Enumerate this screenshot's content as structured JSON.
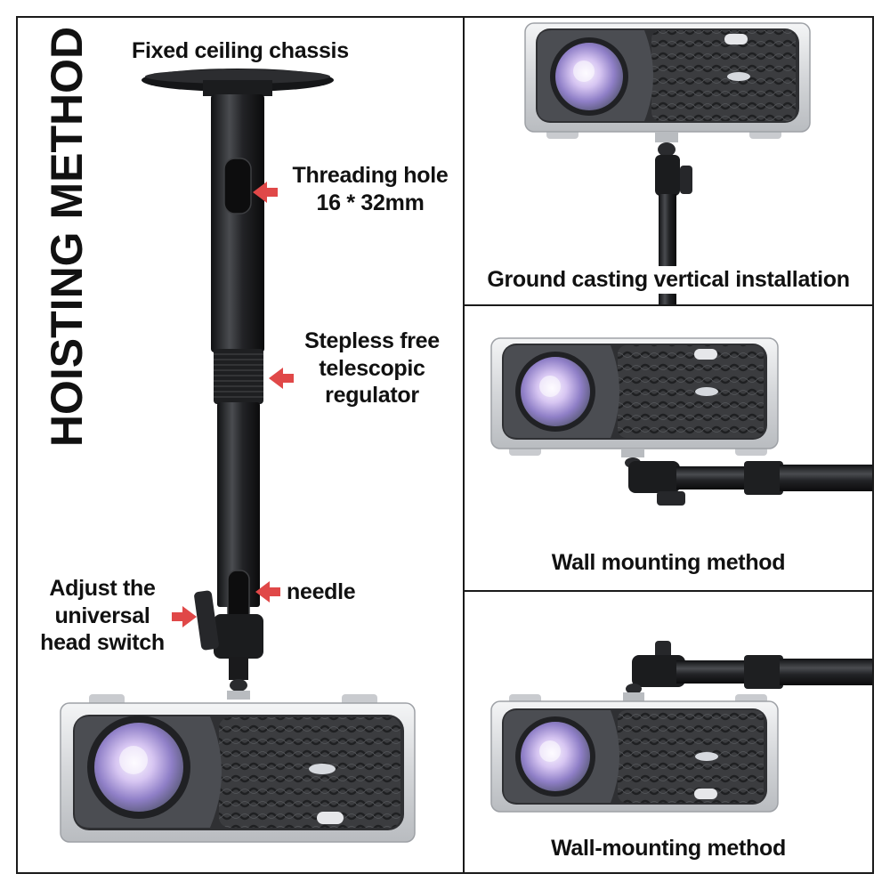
{
  "title": "HOISTING METHOD",
  "main_panel": {
    "callouts": {
      "chassis": "Fixed ceiling chassis",
      "threading_line1": "Threading hole",
      "threading_line2": "16 * 32mm",
      "stepless_line1": "Stepless free",
      "stepless_line2": "telescopic",
      "stepless_line3": "regulator",
      "needle": "needle",
      "adjust_line1": "Adjust the",
      "adjust_line2": "universal",
      "adjust_line3": "head switch"
    }
  },
  "panels": [
    {
      "caption": "Ground casting vertical installation"
    },
    {
      "caption": "Wall mounting method"
    },
    {
      "caption": "Wall-mounting method"
    }
  ],
  "colors": {
    "arrow": "#e04848",
    "border": "#1a1a1a",
    "mount": "#1e1f21",
    "projector_body": "#d9dbde",
    "grille": "#3a3b3e"
  }
}
